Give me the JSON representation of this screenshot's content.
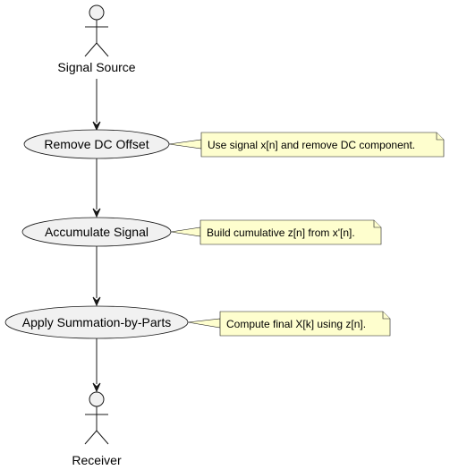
{
  "diagram": {
    "actors": {
      "source": {
        "label": "Signal Source"
      },
      "receiver": {
        "label": "Receiver"
      }
    },
    "usecases": [
      {
        "label": "Remove DC Offset"
      },
      {
        "label": "Accumulate Signal"
      },
      {
        "label": "Apply Summation-by-Parts"
      }
    ],
    "notes": [
      {
        "text": "Use signal x[n] and remove DC component."
      },
      {
        "text": "Build cumulative z[n] from x'[n]."
      },
      {
        "text": "Compute final X[k] using z[n]."
      }
    ],
    "colors": {
      "element_fill": "#f1f1f1",
      "note_fill": "#fefece",
      "stroke": "#181818"
    }
  }
}
